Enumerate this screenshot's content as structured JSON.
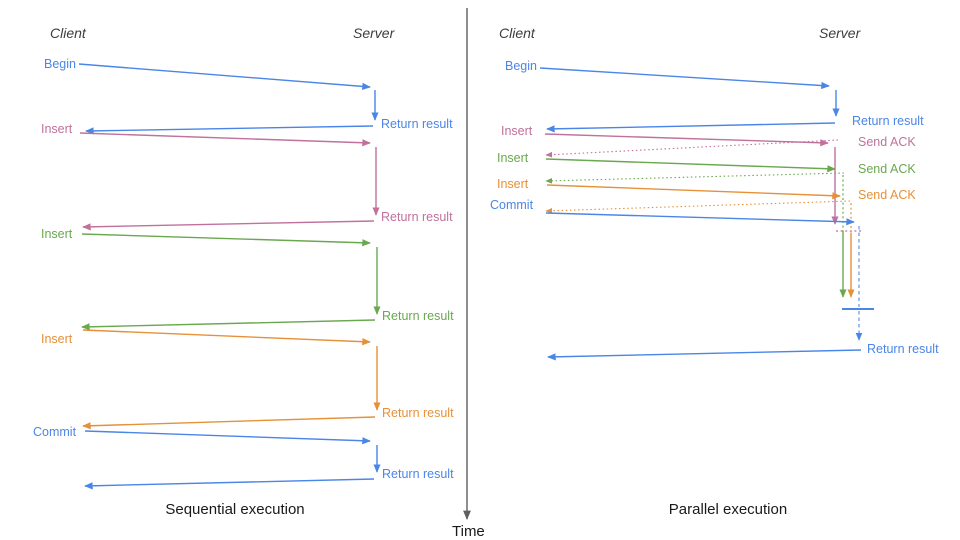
{
  "colors": {
    "blue": "#4a86e8",
    "bluelight": "#6d9eeb",
    "pink": "#c0719c",
    "green": "#6aa84f",
    "orange": "#e69138",
    "axis": "#5f5f5f",
    "header": "#3d3d3d",
    "title": "#1a1a1a"
  },
  "left": {
    "client": "Client",
    "server": "Server",
    "title": "Sequential execution",
    "messages": [
      {
        "label": "Begin",
        "color": "blue",
        "response": "Return result"
      },
      {
        "label": "Insert",
        "color": "pink",
        "response": "Return result"
      },
      {
        "label": "Insert",
        "color": "green",
        "response": "Return result"
      },
      {
        "label": "Insert",
        "color": "orange",
        "response": "Return result"
      },
      {
        "label": "Commit",
        "color": "blue",
        "response": "Return result"
      }
    ]
  },
  "right": {
    "client": "Client",
    "server": "Server",
    "title": "Parallel execution",
    "messages": [
      {
        "label": "Begin",
        "color": "blue",
        "response": "Return result"
      },
      {
        "label": "Insert",
        "color": "pink",
        "ack": "Send ACK"
      },
      {
        "label": "Insert",
        "color": "green",
        "ack": "Send ACK"
      },
      {
        "label": "Insert",
        "color": "orange",
        "ack": "Send ACK"
      },
      {
        "label": "Commit",
        "color": "blue",
        "response": "Return result"
      }
    ]
  },
  "time_axis": {
    "label": "Time"
  }
}
